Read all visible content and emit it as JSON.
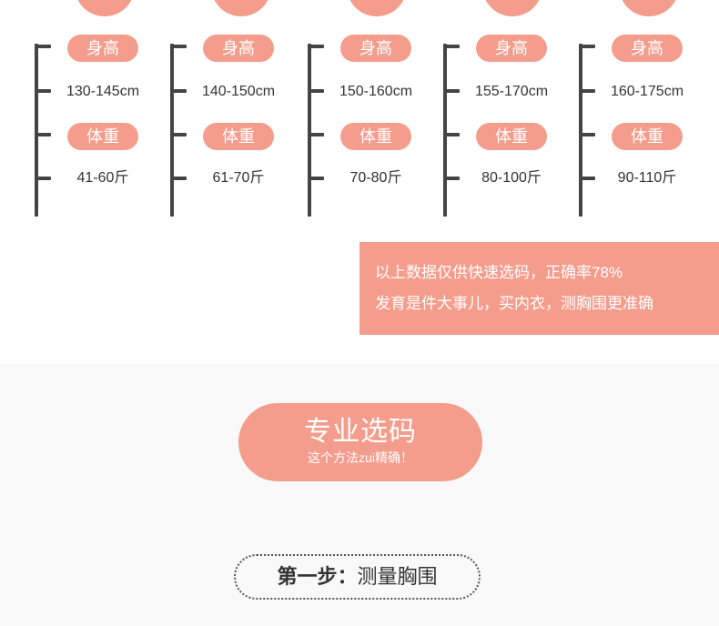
{
  "size_chart": {
    "columns": [
      {
        "height_label": "身高",
        "height_value": "130-145cm",
        "weight_label": "体重",
        "weight_value": "41-60斤"
      },
      {
        "height_label": "身高",
        "height_value": "140-150cm",
        "weight_label": "体重",
        "weight_value": "61-70斤"
      },
      {
        "height_label": "身高",
        "height_value": "150-160cm",
        "weight_label": "体重",
        "weight_value": "70-80斤"
      },
      {
        "height_label": "身高",
        "height_value": "155-170cm",
        "weight_label": "体重",
        "weight_value": "80-100斤"
      },
      {
        "height_label": "身高",
        "height_value": "160-175cm",
        "weight_label": "体重",
        "weight_value": "90-110斤"
      }
    ]
  },
  "notice": {
    "line1": "以上数据仅供快速选码，正确率78%",
    "line2": "发育是件大事儿，买内衣，测胸围更准确"
  },
  "pro_button": {
    "title": "专业选码",
    "subtitle": "这个方法zui精确！"
  },
  "step": {
    "label": "第一步：",
    "text": "测量胸围"
  },
  "colors": {
    "accent": "#f59d8d",
    "line": "#444444",
    "background": "#f9f9f9"
  }
}
